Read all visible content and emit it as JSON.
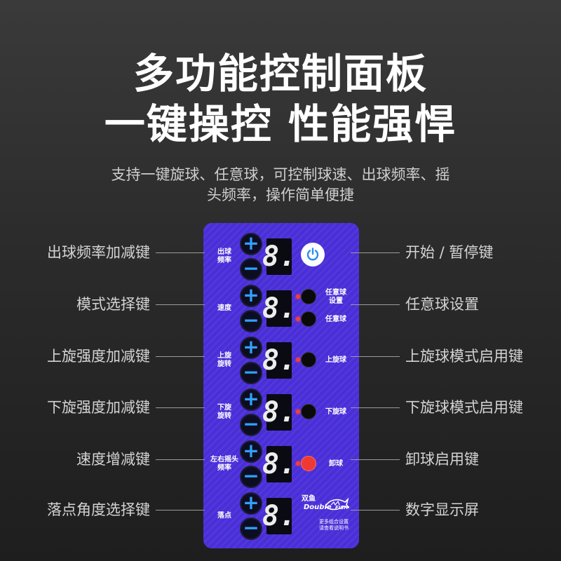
{
  "header": {
    "title_line1": "多功能控制面板",
    "title_line2": "一键操控 性能强悍",
    "subtitle_line1": "支持一键旋球、任意球，可控制球速、出球频率、摇",
    "subtitle_line2": "头频率，操作简单便捷"
  },
  "left_labels": [
    "出球频率加减键",
    "模式选择键",
    "上旋强度加减键",
    "下旋强度加减键",
    "速度增减键",
    "落点角度选择键"
  ],
  "right_labels": [
    "开始 / 暂停键",
    "任意球设置",
    "上旋球模式启用键",
    "下旋球模式启用键",
    "卸球启用键",
    "数字显示屏"
  ],
  "panel": {
    "rows": [
      {
        "label": "出球\n频率",
        "display": "8."
      },
      {
        "label": "速度",
        "display": "8."
      },
      {
        "label": "上旋\n旋转",
        "display": "8."
      },
      {
        "label": "下旋\n旋转",
        "display": "8."
      },
      {
        "label": "左右摇头\n频率",
        "display": "8."
      },
      {
        "label": "落点",
        "display": "8."
      }
    ],
    "plus_symbol": "+",
    "minus_symbol": "−",
    "keys": {
      "free_ball_setting": "任意球\n设置",
      "free_ball": "任意球",
      "topspin": "上旋球",
      "backspin": "下旋球",
      "unload": "卸球"
    },
    "brand_cn": "双鱼",
    "brand_en": "Double",
    "brand_fish": "FISH",
    "note": "更多组合设置\n请查看说明书",
    "accent_color": "#4a2fd8",
    "button_symbol_color": "#2fa2ff"
  }
}
